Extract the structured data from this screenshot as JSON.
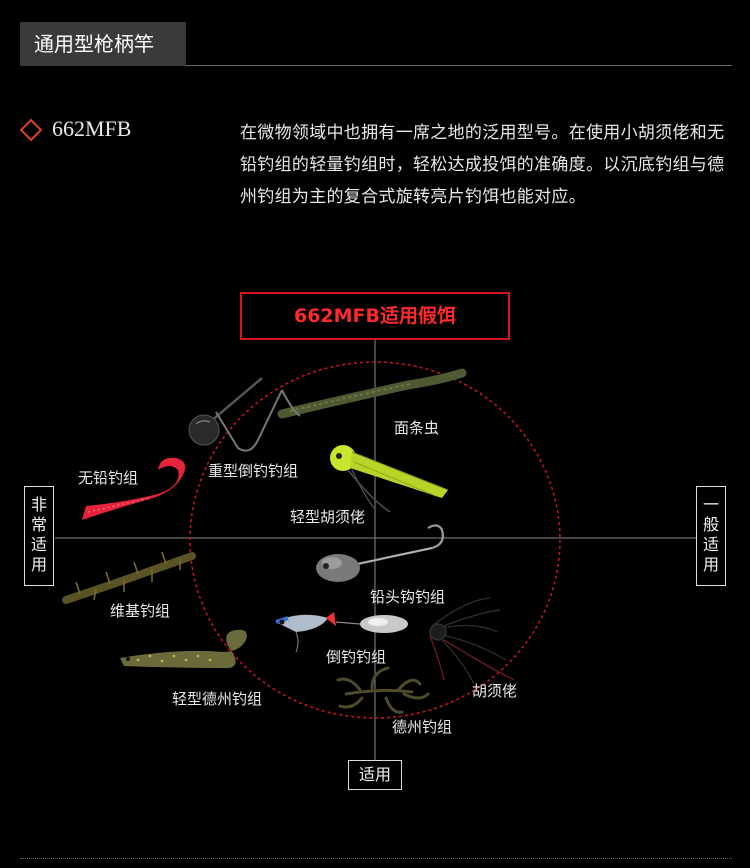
{
  "header": {
    "title": "通用型枪柄竿"
  },
  "product": {
    "model": "662MFB",
    "description": "在微物领域中也拥有一席之地的泛用型号。在使用小胡须佬和无铅钓组的轻量钓组时，轻松达成投饵的准确度。以沉底钓组与德州钓组为主的复合式旋转亮片钓饵也能对应。"
  },
  "lure_chart": {
    "title": "662MFB适用假饵",
    "axis_left": "非常适用",
    "axis_right": "一般适用",
    "axis_bottom": "适用",
    "labels": {
      "worm": "面条虫",
      "heavy_dropshot": "重型倒钓钓组",
      "no_sinker": "无铅钓组",
      "light_rubber_jig": "轻型胡须佬",
      "jighead": "铅头钩钓组",
      "weikey": "维基钓组",
      "dropshot": "倒钓钓组",
      "light_texas": "轻型德州钓组",
      "rubber_jig": "胡须佬",
      "texas": "德州钓组"
    },
    "colors": {
      "accent": "#d81414",
      "diamond": "#e0411f",
      "grub": "#e5243b",
      "chartreuse": "#c8e62a"
    }
  }
}
